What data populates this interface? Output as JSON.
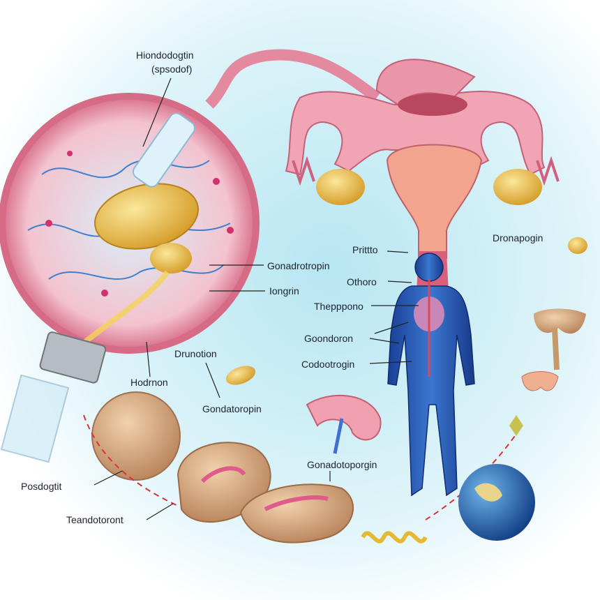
{
  "labels": {
    "top_title": "Hiondodogtin",
    "top_subtitle": "(spsodof)",
    "gonadrotropin": "Gonadrotropin",
    "longrin": "Iongrin",
    "prittto": "Prittto",
    "othoro": "Othoro",
    "thepppono": "Thepppono",
    "goondoron": "Goondoron",
    "codootrogin": "Codootrogin",
    "drunotion": "Drunotion",
    "hodrnon": "Hodrnon",
    "gondatoropin": "Gondatoropin",
    "posdogtit": "Posdogtit",
    "teandotoront": "Teandotoront",
    "gonadotoporgin": "Gonadotoporgin",
    "dronapogin": "Dronapogin"
  },
  "colors": {
    "background": "#c9ecf4",
    "tissue_pink": "#e88ea3",
    "gold": "#e5b640",
    "body_blue": "#1f4fa8",
    "arrow_red": "#d8323a"
  }
}
